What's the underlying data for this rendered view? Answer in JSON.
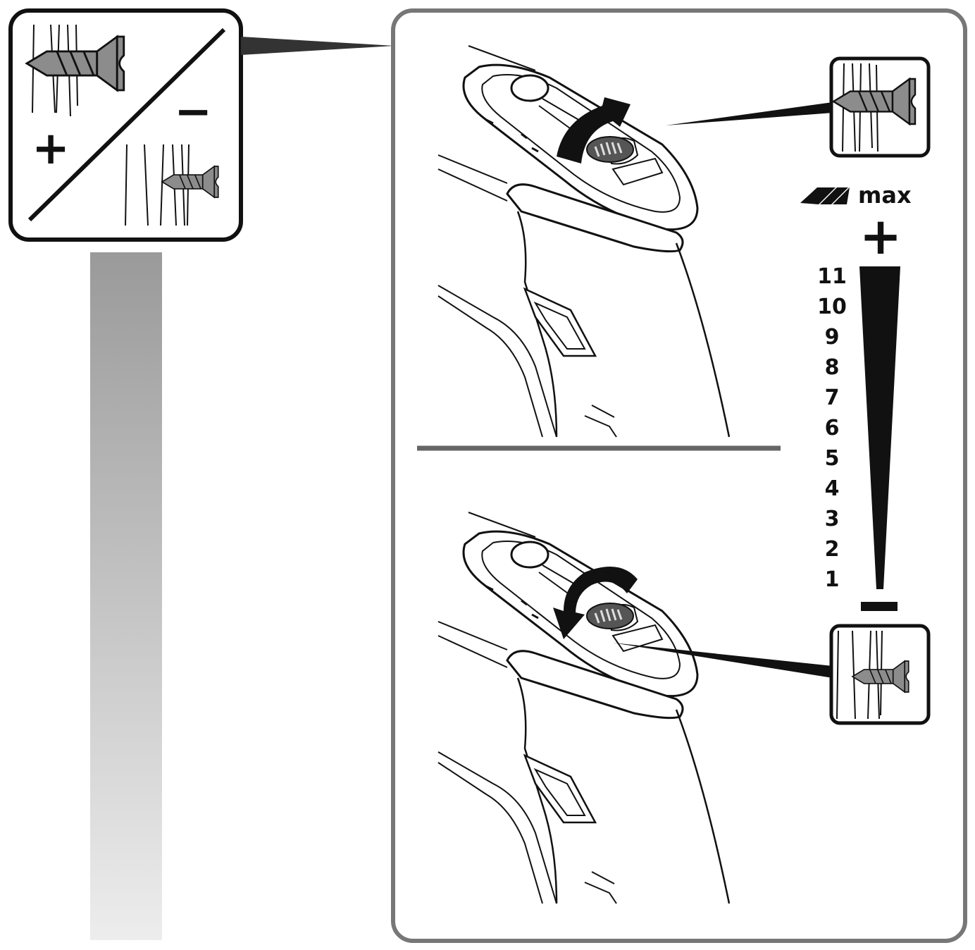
{
  "legend": {
    "plus_symbol": "+",
    "minus_symbol": "−"
  },
  "scale": {
    "max_label": "max",
    "top_symbol": "+",
    "bottom_symbol": "−",
    "numbers": [
      "11",
      "10",
      "9",
      "8",
      "7",
      "6",
      "5",
      "4",
      "3",
      "2",
      "1"
    ]
  },
  "colors": {
    "frame": "#777777",
    "ink": "#111111",
    "screw": "#8c8c8c",
    "bar_top": "#9a9a9a",
    "bar_bottom": "#ededed"
  },
  "icons": {
    "legend": "screw-depth-legend-icon",
    "large_screw": "large-screw-icon",
    "small_screw": "small-screw-icon",
    "max_symbol": "drill-max-icon"
  }
}
